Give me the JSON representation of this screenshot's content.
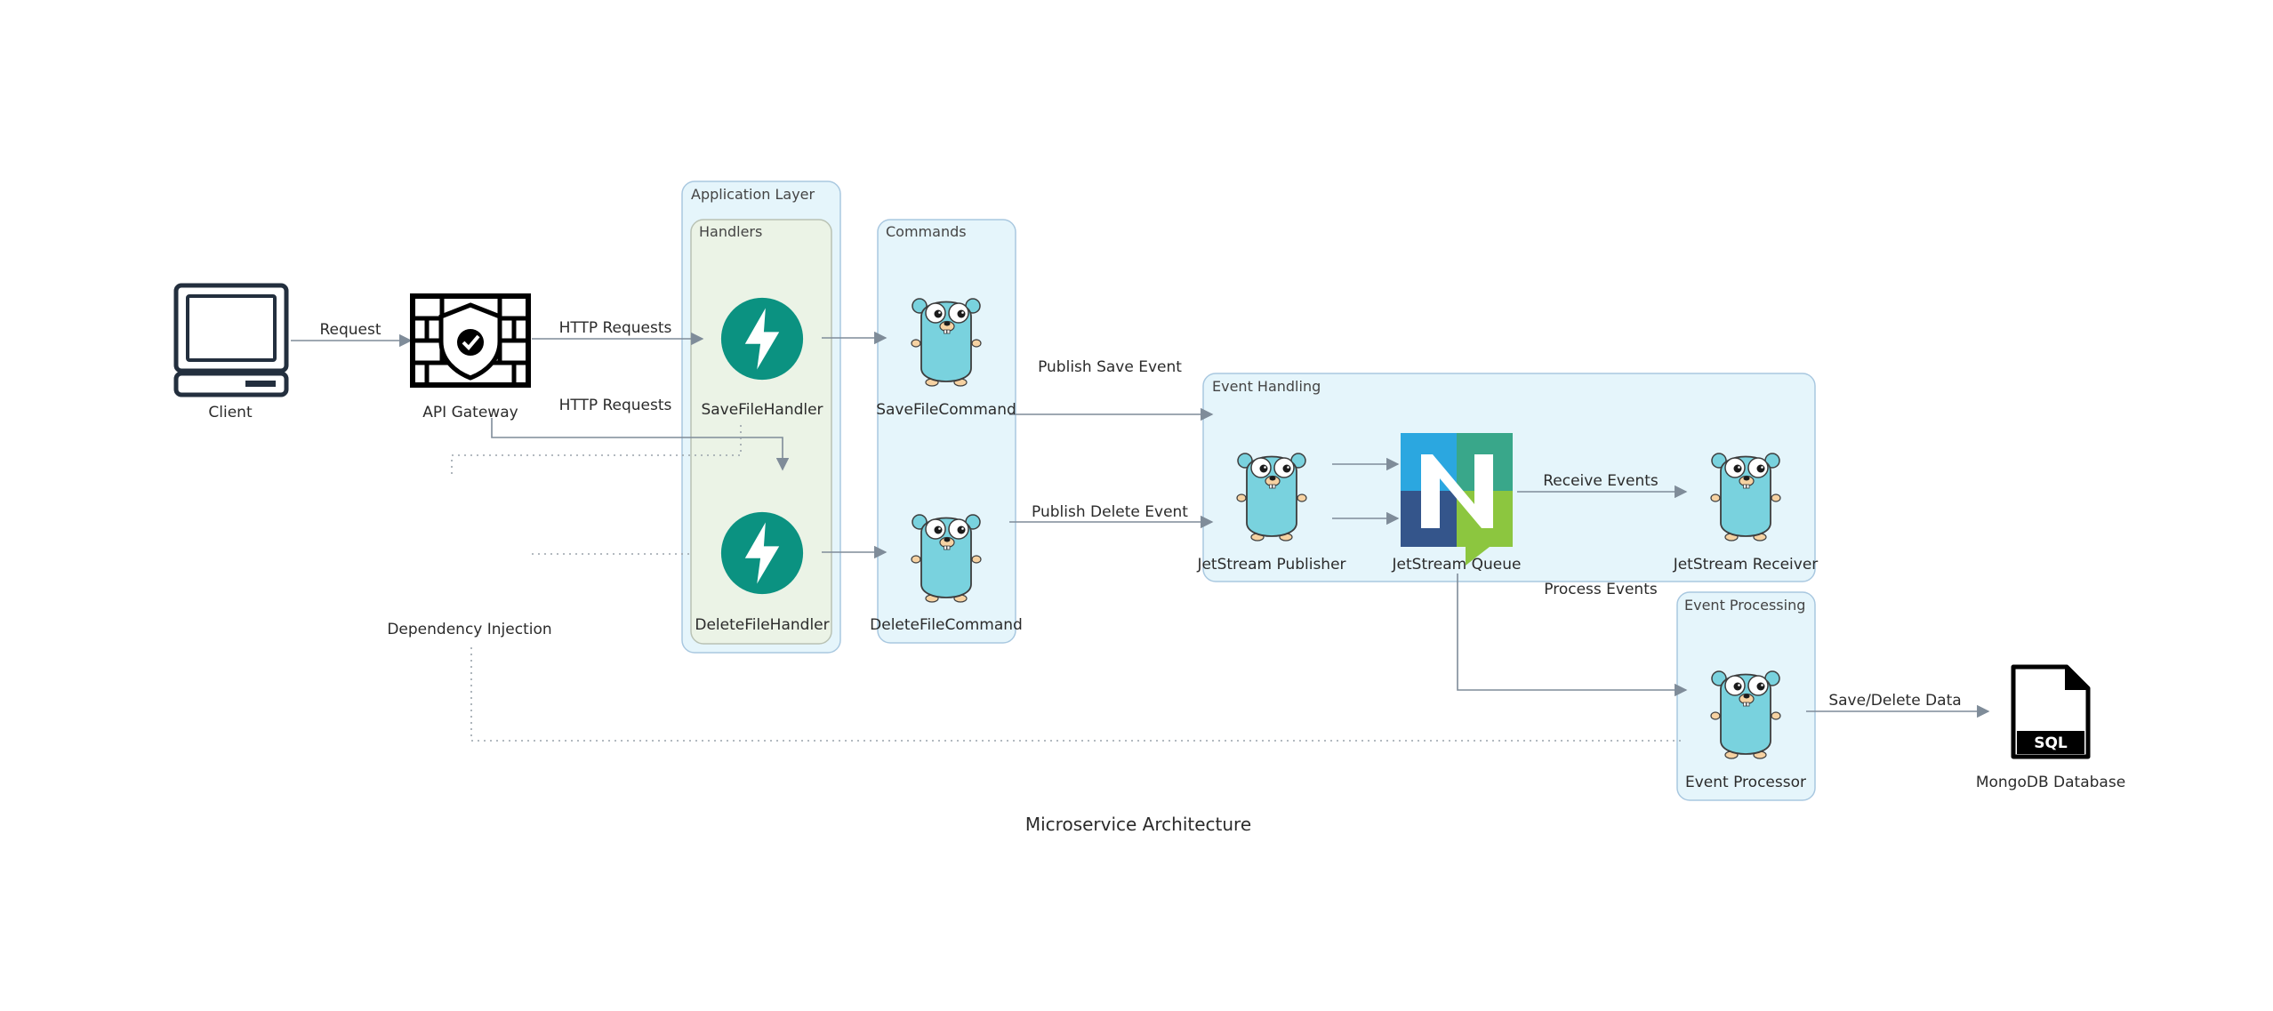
{
  "diagram": {
    "title": "Microservice Architecture",
    "clusters": {
      "application_layer": "Application Layer",
      "handlers": "Handlers",
      "commands": "Commands",
      "event_handling": "Event Handling",
      "event_processing": "Event Processing"
    },
    "nodes": {
      "client": "Client",
      "api_gateway": "API Gateway",
      "save_handler": "SaveFileHandler",
      "delete_handler": "DeleteFileHandler",
      "save_command": "SaveFileCommand",
      "delete_command": "DeleteFileCommand",
      "publisher": "JetStream Publisher",
      "queue": "JetStream Queue",
      "receiver": "JetStream Receiver",
      "processor": "Event Processor",
      "database": "MongoDB Database",
      "sql_badge": "SQL"
    },
    "edges": {
      "request": "Request",
      "http_requests_1": "HTTP Requests",
      "http_requests_2": "HTTP Requests",
      "publish_save": "Publish Save Event",
      "publish_delete": "Publish Delete Event",
      "receive_events": "Receive Events",
      "process_events": "Process Events",
      "save_delete_data": "Save/Delete Data",
      "dependency_injection": "Dependency Injection"
    },
    "colors": {
      "app_layer_fill": "#e5f5fb",
      "app_layer_stroke": "#a9c8e0",
      "handlers_fill": "#ebf3e6",
      "handlers_stroke": "#b9c2b4",
      "cluster_fill": "#e5f5fb",
      "cluster_stroke": "#a9c8e0",
      "handler_icon": "#0b9281",
      "gopher": "#79d2de",
      "nats_blue": "#2ba7e0",
      "nats_green": "#39a78a",
      "nats_navy": "#34558b",
      "nats_lime": "#8cc63f",
      "edge": "#7f8c99"
    },
    "icons": {
      "client": "monitor-icon",
      "api_gateway": "firewall-shield-icon",
      "handler": "lightning-bolt-icon",
      "go_service": "gopher-icon",
      "queue": "nats-logo-icon",
      "database": "sql-file-icon"
    }
  }
}
